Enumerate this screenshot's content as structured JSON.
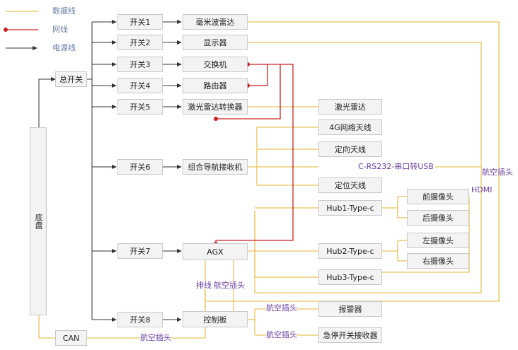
{
  "legend": {
    "data_line": "数据线",
    "network_line": "网线",
    "power_line": "电源线"
  },
  "colors": {
    "data": "#e7c35b",
    "network": "#cc2222",
    "power": "#333333"
  },
  "nodes": {
    "chassis": "底盘",
    "main_switch": "总开关",
    "can": "CAN",
    "sw1": "开关1",
    "sw2": "开关2",
    "sw3": "开关3",
    "sw4": "开关4",
    "sw5": "开关5",
    "sw6": "开关6",
    "sw7": "开关7",
    "sw8": "开关8",
    "mmwave_radar": "毫米波雷达",
    "display": "显示器",
    "network_switch": "交换机",
    "router": "路由器",
    "lidar_converter": "激光雷达转换器",
    "gnss_receiver": "组合导航接收机",
    "agx": "AGX",
    "control_board": "控制板",
    "lidar": "激光雷达",
    "antenna_4g": "4G网络天线",
    "antenna_direction": "定向天线",
    "antenna_position": "定位天线",
    "hub1": "Hub1-Type-c",
    "hub2": "Hub2-Type-c",
    "hub3": "Hub3-Type-c",
    "cam_front": "前摄像头",
    "cam_rear": "后摄像头",
    "cam_left": "左摄像头",
    "cam_right": "右摄像头",
    "alarm": "报警器",
    "estop_receiver": "急停开关接收器"
  },
  "labels": {
    "rs232_usb": "C-RS232-串口转USB",
    "aviation_plug_right": "航空插头",
    "hdmi": "HDMI",
    "ribbon_cable": "排线",
    "aviation_plug_agx": "航空插头",
    "aviation_plug_alarm": "航空插头",
    "aviation_plug_estop": "航空插头",
    "aviation_plug_can": "航空插头"
  }
}
